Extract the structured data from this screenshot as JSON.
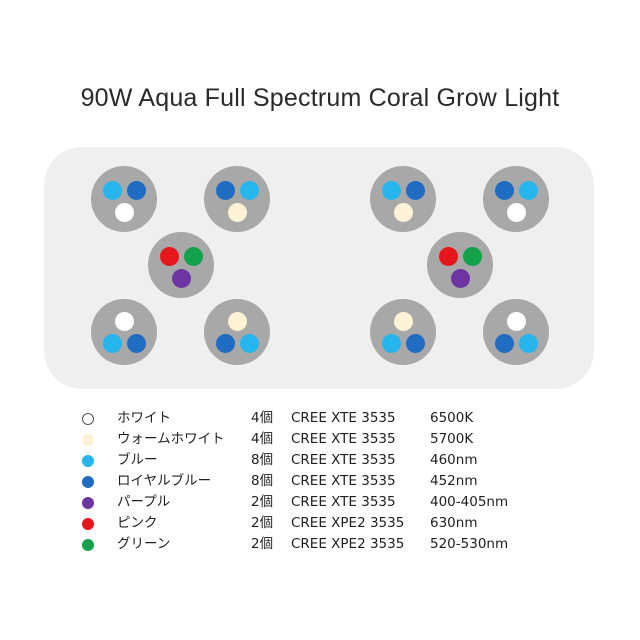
{
  "title": "90W Aqua Full Spectrum Coral Grow Light",
  "colors": {
    "white": "#ffffff",
    "warm_white": "#fcf2d6",
    "blue": "#27b5ee",
    "royal_blue": "#1f6cc2",
    "purple": "#6c35a2",
    "pink": "#e5161c",
    "green": "#14a14c",
    "module": "#a8a8a8",
    "panel": "#efefef"
  },
  "modules": [
    {
      "leds": [
        "blue",
        "royal_blue",
        "white"
      ],
      "orient": "down"
    },
    {
      "leds": [
        "royal_blue",
        "blue",
        "warm_white"
      ],
      "orient": "down"
    },
    {
      "leds": [
        "pink",
        "green",
        "purple"
      ],
      "orient": "down"
    },
    {
      "leds": [
        "white",
        "blue",
        "royal_blue"
      ],
      "orient": "up"
    },
    {
      "leds": [
        "warm_white",
        "royal_blue",
        "blue"
      ],
      "orient": "up"
    },
    {
      "leds": [
        "blue",
        "royal_blue",
        "warm_white"
      ],
      "orient": "down"
    },
    {
      "leds": [
        "royal_blue",
        "blue",
        "white"
      ],
      "orient": "down"
    },
    {
      "leds": [
        "pink",
        "green",
        "purple"
      ],
      "orient": "down"
    },
    {
      "leds": [
        "warm_white",
        "blue",
        "royal_blue"
      ],
      "orient": "up"
    },
    {
      "leds": [
        "white",
        "royal_blue",
        "blue"
      ],
      "orient": "up"
    }
  ],
  "legend": [
    {
      "color": "white",
      "name": "ホワイト",
      "count": "4個",
      "model": "CREE XTE 3535",
      "spec": "6500K"
    },
    {
      "color": "warm_white",
      "name": "ウォームホワイト",
      "count": "4個",
      "model": "CREE XTE 3535",
      "spec": "5700K"
    },
    {
      "color": "blue",
      "name": "ブルー",
      "count": "8個",
      "model": "CREE XTE 3535",
      "spec": "460nm"
    },
    {
      "color": "royal_blue",
      "name": "ロイヤルブルー",
      "count": "8個",
      "model": "CREE XTE 3535",
      "spec": "452nm"
    },
    {
      "color": "purple",
      "name": "パープル",
      "count": "2個",
      "model": "CREE XTE 3535",
      "spec": "400-405nm"
    },
    {
      "color": "pink",
      "name": "ピンク",
      "count": "2個",
      "model": "CREE XPE2 3535",
      "spec": "630nm"
    },
    {
      "color": "green",
      "name": "グリーン",
      "count": "2個",
      "model": "CREE XPE2 3535",
      "spec": "520-530nm"
    }
  ]
}
